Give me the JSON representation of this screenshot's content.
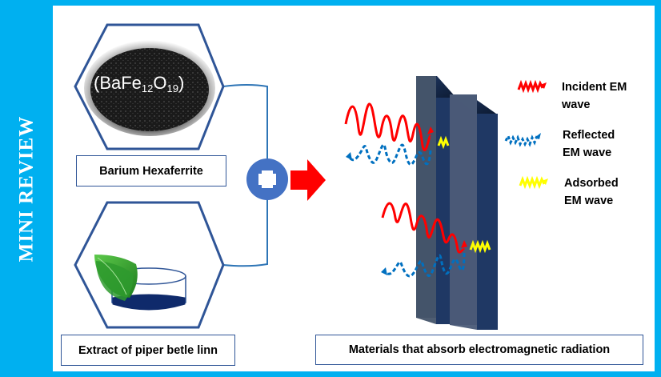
{
  "sidebar": {
    "label": "MINI REVIEW"
  },
  "left": {
    "top_item": {
      "formula_base": "(BaFe",
      "formula_sub1": "12",
      "formula_mid": "O",
      "formula_sub2": "19",
      "formula_end": ")",
      "label": "Barium Hexaferrite",
      "image": "black-powder"
    },
    "bottom_item": {
      "label": "Extract of piper betle linn",
      "image": "betel-leaf-in-dish"
    },
    "combine_icon": "plus-icon",
    "arrow_icon": "right-arrow-icon"
  },
  "right": {
    "caption": "Materials that absorb electromagnetic radiation",
    "legend": [
      {
        "line1": "Incident EM",
        "line2": "wave",
        "color": "#ff0000",
        "style": "solid"
      },
      {
        "line1": "Reflected",
        "line2": "EM wave",
        "color": "#0070c0",
        "style": "dashed"
      },
      {
        "line1": "Adsorbed",
        "line2": "EM wave",
        "color": "#ffff00",
        "style": "solid"
      }
    ]
  },
  "colors": {
    "frame": "#00b0f0",
    "hexagon": "#2f5597",
    "plus_circle": "#4472c4",
    "arrow": "#ff0000",
    "slab_front": "#44546a",
    "slab_side": "#1f3864",
    "incident": "#ff0000",
    "reflected": "#0070c0",
    "absorbed": "#ffff00"
  }
}
